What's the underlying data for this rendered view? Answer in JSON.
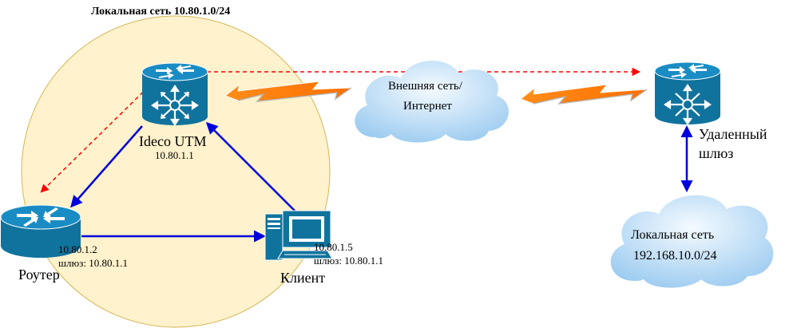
{
  "network_title": "Локальная сеть 10.80.1.0/24",
  "nodes": {
    "utm": {
      "name": "Ideco UTM",
      "ip": "10.80.1.1"
    },
    "router": {
      "name": "Роутер",
      "ip": "10.80.1.2",
      "gateway": "шлюз: 10.80.1.1"
    },
    "client": {
      "name": "Клиент",
      "ip": "10.80.1.5",
      "gateway": "шлюз: 10.80.1.1"
    },
    "remote_gateway": {
      "line1": "Удаленный",
      "line2": "шлюз"
    }
  },
  "clouds": {
    "internet": {
      "line1": "Внешняя сеть/",
      "line2": "Интернет"
    },
    "remote_lan": {
      "line1": "Локальная сеть",
      "line2": "192.168.10.0/24"
    }
  },
  "colors": {
    "lan_fill": "#FFF2CC",
    "lan_stroke": "#D6B656",
    "device": "#10739E",
    "link_blue": "#0000DD",
    "dashed_red": "#FF0000",
    "bolt": "#FF8000",
    "cloud_light": "#E8F4FF",
    "cloud_dark": "#9CCBF0"
  }
}
